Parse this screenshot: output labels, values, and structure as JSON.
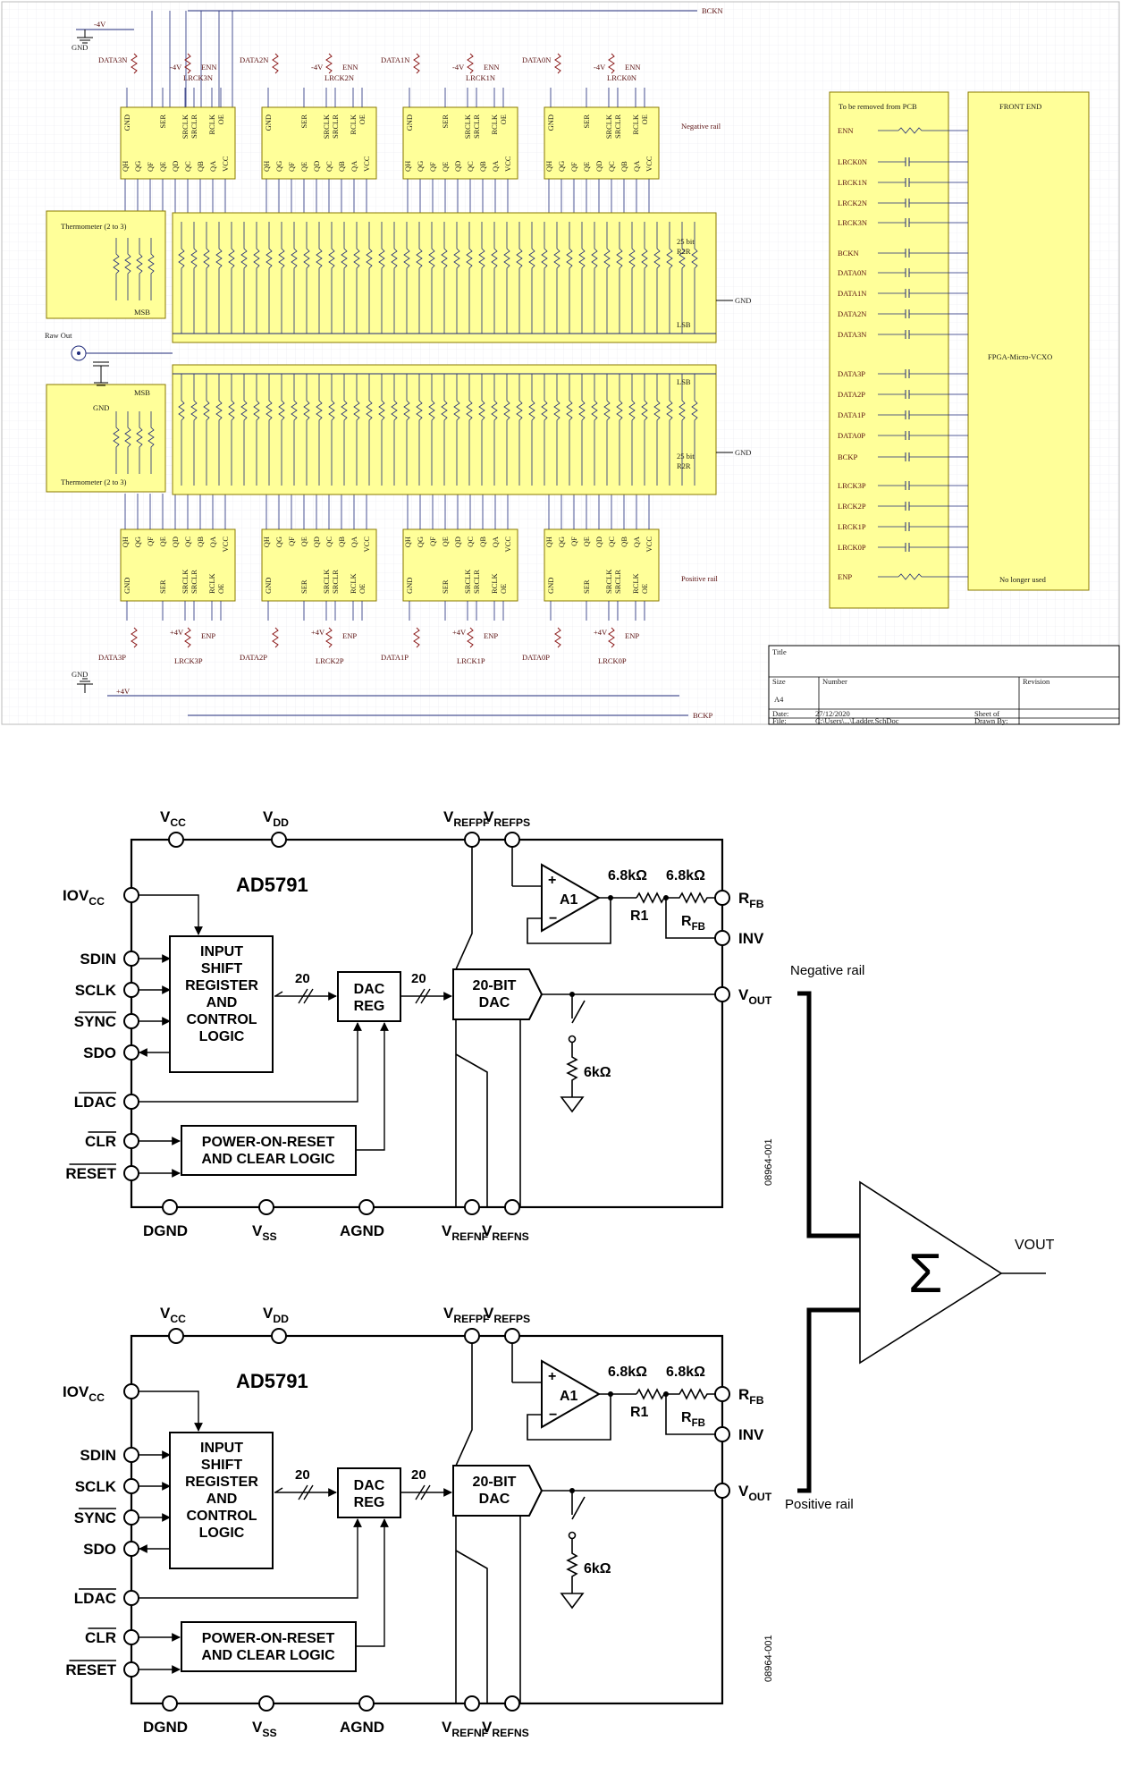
{
  "schematic": {
    "rails": {
      "bckn": "BCKN",
      "bckp": "BCKP",
      "minus4v": "-4V",
      "plus4v": "+4V",
      "gnd": "GND"
    },
    "neg_groups": [
      {
        "data": "DATA3N",
        "lrck": "LRCK3N"
      },
      {
        "data": "DATA2N",
        "lrck": "LRCK2N"
      },
      {
        "data": "DATA1N",
        "lrck": "LRCK1N"
      },
      {
        "data": "DATA0N",
        "lrck": "LRCK0N"
      }
    ],
    "pos_groups": [
      {
        "data": "DATA3P",
        "lrck": "LRCK3P"
      },
      {
        "data": "DATA2P",
        "lrck": "LRCK2P"
      },
      {
        "data": "DATA1P",
        "lrck": "LRCK1P"
      },
      {
        "data": "DATA0P",
        "lrck": "LRCK0P"
      }
    ],
    "enn": "ENN",
    "enp": "ENP",
    "chip_top_pins": [
      "GND",
      "SER",
      "SRCLK",
      "SRCLR",
      "RCLK",
      "OE"
    ],
    "chip_bottom_pins": [
      "QH",
      "QG",
      "QF",
      "QE",
      "QD",
      "QC",
      "QB",
      "QA",
      "VCC"
    ],
    "negative_rail": "Negative rail",
    "positive_rail": "Positive rail",
    "thermometer": "Thermometer (2 to 3)",
    "msb": "MSB",
    "lsb": "LSB",
    "r2r_bits": "25 bit",
    "r2r": "R2R",
    "raw_out": "Raw Out",
    "to_be_removed": "To be removed from PCB",
    "front_end": "FRONT END",
    "fpga": "FPGA-Micro-VCXO",
    "no_longer_used": "No longer used",
    "connector_pins": [
      "ENN",
      "LRCK0N",
      "LRCK1N",
      "LRCK2N",
      "LRCK3N",
      "BCKN",
      "DATA0N",
      "DATA1N",
      "DATA2N",
      "DATA3N",
      "DATA3P",
      "DATA2P",
      "DATA1P",
      "DATA0P",
      "BCKP",
      "LRCK3P",
      "LRCK2P",
      "LRCK1P",
      "LRCK0P",
      "ENP"
    ],
    "title_block": {
      "title": "Title",
      "size": "Size",
      "size_value": "A4",
      "number": "Number",
      "revision": "Revision",
      "date_label": "Date:",
      "date": "27/12/2020",
      "file_label": "File:",
      "file": "C:\\Users\\...\\Ladder.SchDoc",
      "sheet": "Sheet    of",
      "drawn_by": "Drawn By:"
    }
  },
  "dac": {
    "part": "AD5791",
    "vcc": "V",
    "vcc_sub": "CC",
    "vdd": "V",
    "vdd_sub": "DD",
    "vrefpf": "V",
    "vrefpf_sub": "REFPF",
    "vrefps": "V",
    "vrefps_sub": "REFPS",
    "vrefnf": "V",
    "vrefnf_sub": "REFNF",
    "vrefns": "V",
    "vrefns_sub": "REFNS",
    "iovcc": "IOV",
    "iovcc_sub": "CC",
    "sdin": "SDIN",
    "sclk": "SCLK",
    "sync": "SYNC",
    "sdo": "SDO",
    "ldac": "LDAC",
    "clr": "CLR",
    "reset": "RESET",
    "dgnd": "DGND",
    "vss": "V",
    "vss_sub": "SS",
    "agnd": "AGND",
    "rfb": "R",
    "rfb_sub": "FB",
    "inv": "INV",
    "vout": "V",
    "vout_sub": "OUT",
    "shift_reg": [
      "INPUT",
      "SHIFT",
      "REGISTER",
      "AND",
      "CONTROL",
      "LOGIC"
    ],
    "dac_reg": [
      "DAC",
      "REG"
    ],
    "dac20": [
      "20-BIT",
      "DAC"
    ],
    "por": [
      "POWER-ON-RESET",
      "AND CLEAR LOGIC"
    ],
    "bus_width": "20",
    "amp": "A1",
    "r_value": "6.8kΩ",
    "r1": "R1",
    "switch_r": "6kΩ",
    "code": "08964-001"
  },
  "summer": {
    "symbol": "Σ",
    "output": "VOUT",
    "negative_rail": "Negative rail",
    "positive_rail": "Positive rail"
  }
}
